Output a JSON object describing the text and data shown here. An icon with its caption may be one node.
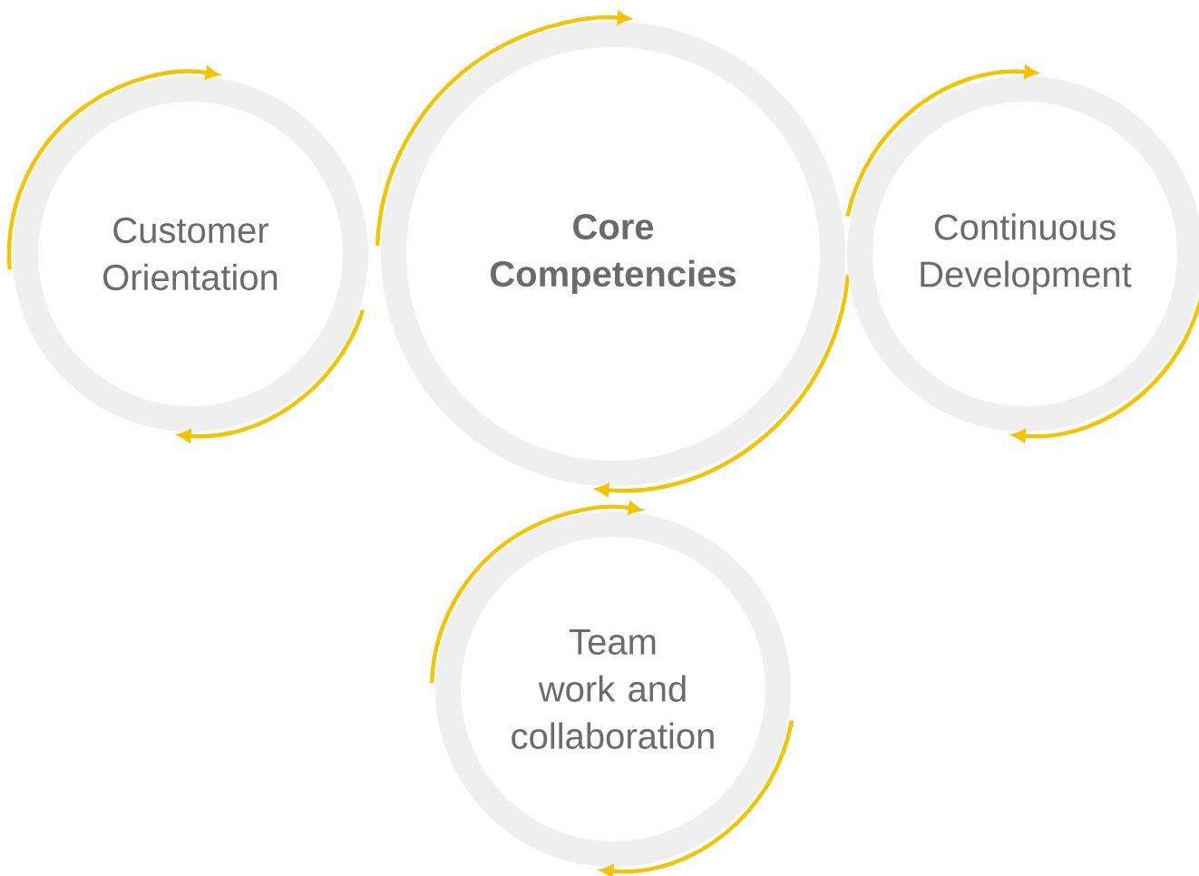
{
  "diagram": {
    "nodes": [
      {
        "text": [
          "Customer Orientation"
        ]
      },
      {
        "text": [
          "Core Competencies"
        ]
      },
      {
        "text": [
          "Continuous Development"
        ]
      },
      {
        "text": [
          "Team work and collaboration"
        ]
      }
    ]
  }
}
